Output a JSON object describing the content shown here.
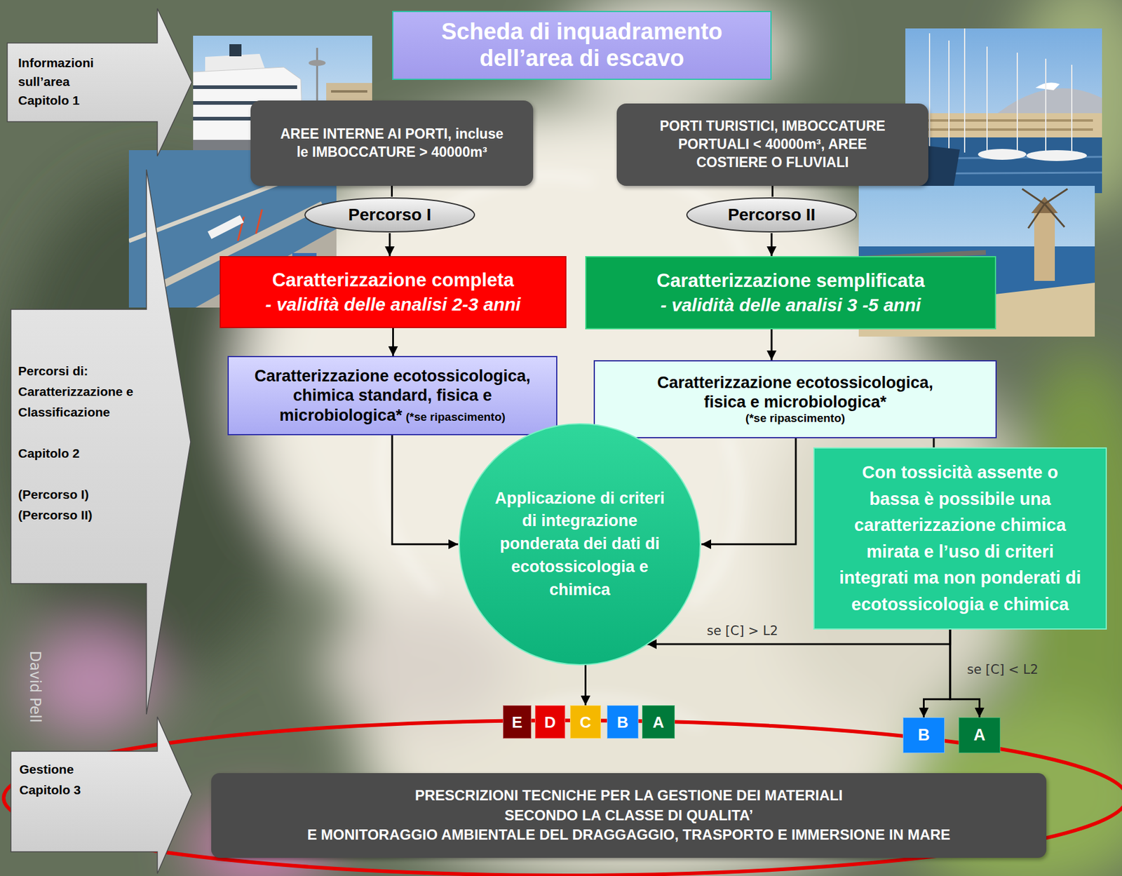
{
  "diagram": {
    "nodes": [
      {
        "text": [
          "Scheda di inquadramento dell’area di escavo"
        ]
      },
      {
        "text": [
          "Informazioni sull’area",
          "Capitolo 1"
        ]
      },
      {
        "text": [
          "AREE INTERNE AI PORTI, incluse le IMBOCCATURE > 40000m³"
        ]
      },
      {
        "text": [
          "PORTI TURISTICI, IMBOCCATURE PORTUALI < 40000m³, AREE COSTIERE O FLUVIALI"
        ]
      },
      {
        "text": [
          "Percorso I"
        ]
      },
      {
        "text": [
          "Percorso II"
        ]
      },
      {
        "text": [
          "Percorsi di: Caratterizzazione e Classificazione",
          "Capitolo 2",
          "(Percorso I) (Percorso II)"
        ]
      },
      {
        "text": [
          "Caratterizzazione completa",
          "- validità delle analisi 2-3 anni"
        ]
      },
      {
        "text": [
          "Caratterizzazione semplificata",
          "- validità delle analisi 3 -5 anni"
        ]
      },
      {
        "text": [
          "Caratterizzazione ecotossicologica, chimica standard, fisica e microbiologica*",
          "(*se ripascimento)"
        ]
      },
      {
        "text": [
          "Caratterizzazione ecotossicologica, fisica e microbiologica*",
          "(*se ripascimento)"
        ]
      },
      {
        "text": [
          "Applicazione di criteri di integrazione ponderata dei dati di ecotossicologia e chimica"
        ]
      },
      {
        "text": [
          "Con tossicità assente o bassa è possibile una caratterizzazione chimica mirata e l’uso di criteri integrati ma non ponderati di ecotossicologia e chimica"
        ]
      },
      {
        "text": [
          "E"
        ]
      },
      {
        "text": [
          "D"
        ]
      },
      {
        "text": [
          "C"
        ]
      },
      {
        "text": [
          "B"
        ]
      },
      {
        "text": [
          "A"
        ]
      },
      {
        "text": [
          "B"
        ]
      },
      {
        "text": [
          "A"
        ]
      },
      {
        "text": [
          "Gestione",
          "Capitolo 3"
        ]
      },
      {
        "text": [
          "PRESCRIZIONI TECNICHE PER LA GESTIONE DEI MATERIALI",
          "SECONDO LA CLASSE DI QUALITA’",
          "E MONITORAGGIO AMBIENTALE DEL DRAGGAGGIO, TRASPORTO E IMMERSIONE IN MARE"
        ]
      }
    ],
    "edges": [
      {
        "from": 2,
        "to": 4,
        "arrow": "none"
      },
      {
        "from": 3,
        "to": 5,
        "arrow": "none"
      },
      {
        "from": 4,
        "to": 7,
        "arrow": "to"
      },
      {
        "from": 5,
        "to": 8,
        "arrow": "to"
      },
      {
        "from": 7,
        "to": 9,
        "arrow": "to"
      },
      {
        "from": 8,
        "to": 10,
        "arrow": "to"
      },
      {
        "from": 9,
        "to": 11,
        "arrow": "to"
      },
      {
        "from": 10,
        "to": 11,
        "arrow": "to"
      },
      {
        "from": 10,
        "to": 12,
        "arrow": "none"
      },
      {
        "from": 12,
        "to": 11,
        "arrow": "to",
        "label": "se [C] > L2"
      },
      {
        "from": 12,
        "to": 18,
        "arrow": "to",
        "label": "se [C] < L2"
      },
      {
        "from": 12,
        "to": 19,
        "arrow": "to"
      },
      {
        "from": 11,
        "to": 15,
        "arrow": "to"
      }
    ],
    "labels": [
      "David Pell"
    ]
  }
}
